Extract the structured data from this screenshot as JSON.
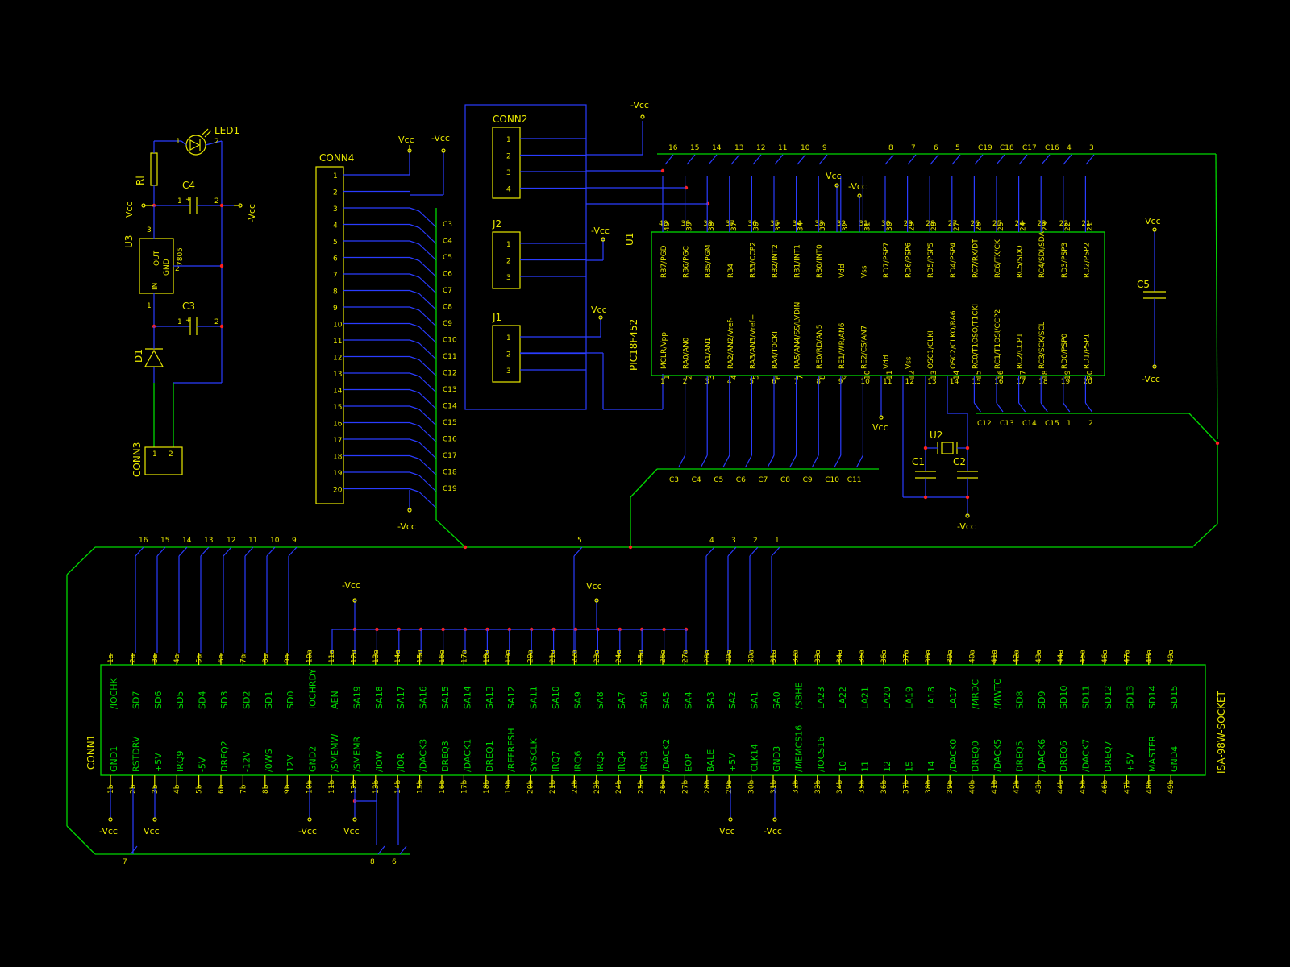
{
  "colors": {
    "background": "#000000",
    "wire": "#00d800",
    "net": "#2a3cff",
    "text": "#e8e800",
    "junction": "#ff2020"
  },
  "power": {
    "led": "LED1",
    "resistor": "Rl",
    "c4": "C4",
    "c3": "C3",
    "reg": "U3",
    "reg_part": "7805",
    "reg_out": "OUT",
    "reg_gnd": "GND",
    "reg_in": "IN",
    "diode": "D1",
    "conn3": "CONN3",
    "vcc": "Vcc",
    "nvcc": "-Vcc",
    "plus": "+",
    "pins": {
      "one": "1",
      "two": "2",
      "three": "3"
    }
  },
  "conn4": {
    "ref": "CONN4",
    "pins": [
      "1",
      "2",
      "3",
      "4",
      "5",
      "6",
      "7",
      "8",
      "9",
      "10",
      "11",
      "12",
      "13",
      "14",
      "15",
      "16",
      "17",
      "18",
      "19",
      "20"
    ],
    "caps": [
      "C3",
      "C4",
      "C5",
      "C6",
      "C7",
      "C8",
      "C9",
      "C10",
      "C11",
      "C12",
      "C13",
      "C14",
      "C15",
      "C16",
      "C17",
      "C18",
      "C19"
    ],
    "vcc": "Vcc",
    "nvcc_top": "-Vcc",
    "nvcc_bot": "-Vcc"
  },
  "conn2": {
    "ref": "CONN2",
    "pins": [
      "1",
      "2",
      "3",
      "4"
    ],
    "vcc": "-Vcc"
  },
  "j2": {
    "ref": "J2",
    "pins": [
      "1",
      "2",
      "3"
    ],
    "vcc": "-Vcc"
  },
  "j1": {
    "ref": "J1",
    "pins": [
      "1",
      "2",
      "3"
    ],
    "vcc": "Vcc"
  },
  "u1": {
    "ref": "U1",
    "part": "PIC18F452",
    "top_pins": [
      "40",
      "39",
      "38",
      "37",
      "36",
      "35",
      "34",
      "33",
      "32",
      "31",
      "30",
      "29",
      "28",
      "27",
      "26",
      "25",
      "24",
      "23",
      "22",
      "21"
    ],
    "top_names": [
      "RB7/PGD",
      "RB6/PGC",
      "RB5/PGM",
      "RB4",
      "RB3/CCP2",
      "RB2/INT2",
      "RB1/INT1",
      "RB0/INT0",
      "Vdd",
      "Vss",
      "RD7/PSP7",
      "RD6/PSP6",
      "RD5/PSP5",
      "RD4/PSP4",
      "RC7/RX/DT",
      "RC6/TX/CK",
      "RC5/SDO",
      "RC4/SDI/SDA",
      "RD3/PSP3",
      "RD2/PSP2"
    ],
    "bottom_pins": [
      "1",
      "2",
      "3",
      "4",
      "5",
      "6",
      "7",
      "8",
      "9",
      "10",
      "11",
      "12",
      "13",
      "14",
      "15",
      "16",
      "17",
      "18",
      "19",
      "20"
    ],
    "bottom_names": [
      "MCLR/Vpp",
      "RA0/AN0",
      "RA1/AN1",
      "RA2/AN2/Vref-",
      "RA3/AN3/Vref+",
      "RA4/T0CKI",
      "RA5/AN4/SS/LVDIN",
      "RE0/RD/AN5",
      "RE1/WR/AN6",
      "RE2/CS/AN7",
      "Vdd",
      "Vss",
      "OSC1/CLKI",
      "OSC2/CLKO/RA6",
      "RC0/T1OSO/T1CKI",
      "RC1/T1OSI/CCP2",
      "RC2/CCP1",
      "RC3/SCK/SCL",
      "RD0/PSP0",
      "RD1/PSP1"
    ],
    "bus_top": [
      "16",
      "15",
      "14",
      "13",
      "12",
      "11",
      "10",
      "9",
      "8",
      "7",
      "6",
      "5",
      "C19",
      "C18",
      "C17",
      "C16",
      "4",
      "3"
    ],
    "bus_bottom_left": [
      "C3",
      "C4",
      "C5",
      "C6",
      "C7",
      "C8",
      "C9",
      "C10",
      "C11"
    ],
    "bus_bottom_right": [
      "C12",
      "C13",
      "C14",
      "C15",
      "1",
      "2"
    ],
    "vcc_top": "Vcc",
    "nvcc_top": "-Vcc",
    "vcc_bottom": "Vcc"
  },
  "osc": {
    "u2": "U2",
    "c1": "C1",
    "c2": "C2",
    "nvcc": "-Vcc"
  },
  "c5": {
    "ref": "C5",
    "vcc": "Vcc",
    "nvcc": "-Vcc"
  },
  "isa_bus": {
    "top_labels": [
      "16",
      "15",
      "14",
      "13",
      "12",
      "11",
      "10",
      "9",
      "5",
      "4",
      "3",
      "2",
      "1"
    ],
    "bottom_labels": [
      "7",
      "8",
      "6"
    ]
  },
  "isa": {
    "ref": "CONN1",
    "part": "ISA-98W-SOCKET",
    "a_pins": [
      "1a",
      "2a",
      "3a",
      "4a",
      "5a",
      "6a",
      "7a",
      "8a",
      "9a",
      "10a",
      "11a",
      "12a",
      "13a",
      "14a",
      "15a",
      "16a",
      "17a",
      "18a",
      "19a",
      "20a",
      "21a",
      "22a",
      "23a",
      "24a",
      "25a",
      "26a",
      "27a",
      "28a",
      "29a",
      "30a",
      "31a",
      "32a",
      "33a",
      "34a",
      "35a",
      "36a",
      "37a",
      "38a",
      "39a",
      "40a",
      "41a",
      "42a",
      "43a",
      "44a",
      "45a",
      "46a",
      "47a",
      "48a",
      "49a"
    ],
    "a_names": [
      "/IOCHK",
      "SD7",
      "SD6",
      "SD5",
      "SD4",
      "SD3",
      "SD2",
      "SD1",
      "SD0",
      "IOCHRDY",
      "AEN",
      "SA19",
      "SA18",
      "SA17",
      "SA16",
      "SA15",
      "SA14",
      "SA13",
      "SA12",
      "SA11",
      "SA10",
      "SA9",
      "SA8",
      "SA7",
      "SA6",
      "SA5",
      "SA4",
      "SA3",
      "SA2",
      "SA1",
      "SA0",
      "/SBHE",
      "LA23",
      "LA22",
      "LA21",
      "LA20",
      "LA19",
      "LA18",
      "LA17",
      "/MRDC",
      "/MWTC",
      "SD8",
      "SD9",
      "SD10",
      "SD11",
      "SD12",
      "SD13",
      "SD14",
      "SD15"
    ],
    "b_pins": [
      "1b",
      "2b",
      "3b",
      "4b",
      "5b",
      "6b",
      "7b",
      "8b",
      "9b",
      "10b",
      "11b",
      "12b",
      "13b",
      "14b",
      "15b",
      "16b",
      "17b",
      "18b",
      "19b",
      "20b",
      "21b",
      "22b",
      "23b",
      "24b",
      "25b",
      "26b",
      "27b",
      "28b",
      "29b",
      "30b",
      "31b",
      "32b",
      "33b",
      "34b",
      "35b",
      "36b",
      "37b",
      "38b",
      "39b",
      "40b",
      "41b",
      "42b",
      "43b",
      "44b",
      "45b",
      "46b",
      "47b",
      "48b",
      "49b"
    ],
    "b_names": [
      "GND1",
      "RSTDRV",
      "+5V",
      "IRQ9",
      "-5V",
      "DREQ2",
      "-12V",
      "/0WS",
      "12V",
      "GND2",
      "/SMEMW",
      "/SMEMR",
      "/IOW",
      "/IOR",
      "/DACK3",
      "DREQ3",
      "/DACK1",
      "DREQ1",
      "/REFRESH",
      "SYSCLK",
      "IRQ7",
      "IRQ6",
      "IRQ5",
      "IRQ4",
      "IRQ3",
      "/DACK2",
      "EOP",
      "BALE",
      "+5V",
      "CLK14",
      "GND3",
      "/MEMCS16",
      "/IOCS16",
      "10",
      "11",
      "12",
      "15",
      "14",
      "/DACK0",
      "DREQ0",
      "/DACK5",
      "DREQ5",
      "/DACK6",
      "DREQ6",
      "/DACK7",
      "DREQ7",
      "+5V",
      "MASTER",
      "GND4"
    ],
    "pwr_top": [
      "-Vcc",
      "Vcc"
    ],
    "pwr_bottom": [
      "-Vcc",
      "Vcc",
      "-Vcc",
      "Vcc",
      "Vcc",
      "-Vcc"
    ]
  }
}
